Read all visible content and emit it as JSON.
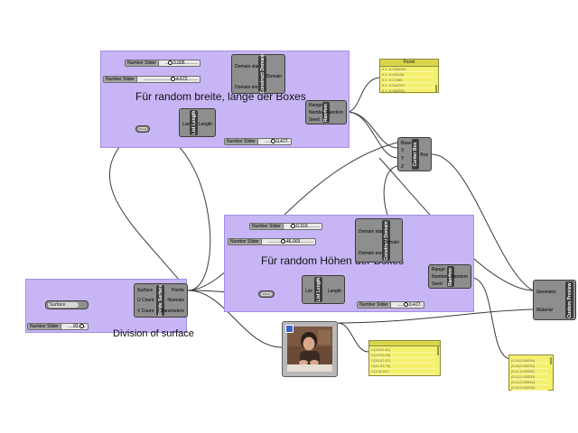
{
  "groups": {
    "top": {
      "title": "Für random breite, länge der Boxes"
    },
    "middle": {
      "title": "Für random Höhen der Boxes"
    },
    "left": {
      "title": "Division of surface"
    }
  },
  "sliders": [
    {
      "id": "s1",
      "label": "Number Slider",
      "value": "0.005"
    },
    {
      "id": "s2",
      "label": "Number Slider",
      "value": "4.672"
    },
    {
      "id": "s3",
      "label": "Number Slider",
      "value": "0.477"
    },
    {
      "id": "s4",
      "label": "Number Slider",
      "value": "0.319"
    },
    {
      "id": "s5",
      "label": "Number Slider",
      "value": "46.003"
    },
    {
      "id": "s6",
      "label": "Number Slider",
      "value": "0.477"
    },
    {
      "id": "s7",
      "label": "Number Slider",
      "value": "93"
    }
  ],
  "components": {
    "construct_domain_1": {
      "name": "Construct Domain",
      "inputs": [
        "Domain start",
        "Domain end"
      ],
      "outputs": [
        "Domain"
      ]
    },
    "construct_domain_2": {
      "name": "Construct Domain",
      "inputs": [
        "Domain start",
        "Domain end"
      ],
      "outputs": [
        "Domain"
      ]
    },
    "list_length_1": {
      "name": "List Length",
      "inputs": [
        "List"
      ],
      "outputs": [
        "Length"
      ]
    },
    "list_length_2": {
      "name": "List Length",
      "inputs": [
        "List"
      ],
      "outputs": [
        "Length"
      ]
    },
    "random_1": {
      "name": "Random",
      "inputs": [
        "Range",
        "Number",
        "Seed"
      ],
      "outputs": [
        "Random"
      ]
    },
    "random_2": {
      "name": "Random",
      "inputs": [
        "Range",
        "Number",
        "Seed"
      ],
      "outputs": [
        "Random"
      ]
    },
    "center_box": {
      "name": "Center Box",
      "inputs": [
        "Base",
        "X",
        "Y",
        "Z"
      ],
      "outputs": [
        "Box"
      ]
    },
    "divide_surface": {
      "name": "Divide Surface",
      "inputs": [
        "Surface",
        "U Count",
        "V Count"
      ],
      "outputs": [
        "Points",
        "Normals",
        "Parameters"
      ]
    },
    "custom_preview": {
      "name": "Custom Preview",
      "inputs": [
        "Geometry",
        "Material"
      ],
      "outputs": []
    }
  },
  "params": {
    "surface": "Surface",
    "points_1": "Points",
    "points_2": "Points"
  },
  "panels": {
    "panel_top": {
      "title": "Panel",
      "rows": [
        "0.1 -0.0054461",
        "0.1 -0.001136",
        "0.1 -0.17460",
        "0.1 -0.044723",
        "0.1 -0.080394"
      ]
    },
    "panel_mid": {
      "title": "",
      "rows": [
        "C(15,61,41)",
        "C(13,91,69)",
        "C(18,47,47)",
        "C(41,91,79)",
        "C(1,91,61)"
      ]
    },
    "panel_right": {
      "title": "",
      "rows": [
        "(0.16,0.00016)",
        "(0.18,0.00210)",
        "(0.11,0.00033)",
        "(0.12,0.00200)",
        "(0.14,0.00044)",
        "(0.16,0.00016)"
      ]
    }
  },
  "image_viewer": {
    "icon": "image-sampler-icon"
  },
  "colors": {
    "group_fill": "#c7b5f5",
    "component_body": "#8e8e8e",
    "component_core": "#3d3d3d",
    "panel_fill": "#f4f06e",
    "wire": "#3a3a3a"
  }
}
